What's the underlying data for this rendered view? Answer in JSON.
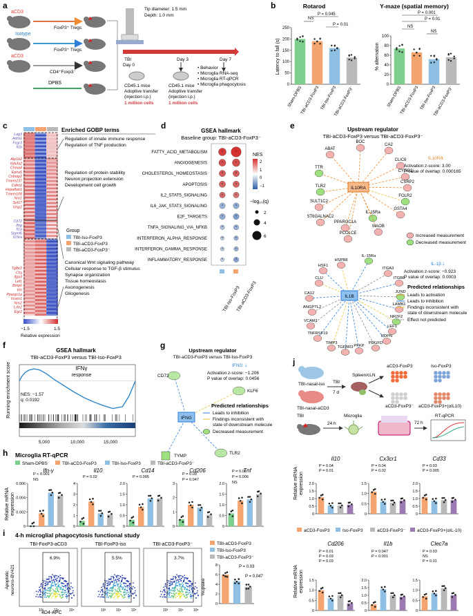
{
  "panels": {
    "a": {
      "letter": "a",
      "groups": [
        "aCD3",
        "Isotype",
        "aCD3"
      ],
      "cells": [
        "FoxP3⁺ Tregs",
        "FoxP3⁺ Tregs",
        "CD4⁺Foxp3⁻"
      ],
      "dpbs": "DPBS",
      "tip": [
        "Tip diameter: 1.5 mm",
        "Depth: 1.0 mm"
      ],
      "timeline": [
        "TBI",
        "Day 0",
        "Day 3",
        "Day 7"
      ],
      "mice": [
        "CD45.1 mice",
        "CD45.1 mice"
      ],
      "transfer": [
        "Adoptive transfer",
        "(injection i.p.)",
        "1 million cells"
      ],
      "readouts": [
        "• Behavior",
        "• Microglia RNA-seq",
        "• Microglia RT-qPCR",
        "• Microglia phagocytosis"
      ]
    },
    "b": {
      "letter": "b",
      "titles": [
        "Rotarod",
        "Y-maze (spatial memory)"
      ],
      "ylabels": [
        "Latency to fall (s)",
        "% alternation"
      ],
      "categories": [
        "Sham-DPBS",
        "TBI-aCD3-FoxP3",
        "TBI-Iso-FoxP3",
        "TBI-aCD3-FoxP3⁻"
      ],
      "stats_rotarod": [
        "NS",
        "P = 0.045",
        "P = 0.01"
      ],
      "stats_ymaze": [
        "P = 0.001",
        "P = 0.01",
        "NS",
        "NS"
      ]
    },
    "c": {
      "letter": "c",
      "header": "Enriched GOBP terms",
      "terms": [
        "Regulation of innate immune response",
        "Regulation of TNF production",
        "Regulation of protein stability",
        "Neuron projection extension",
        "Development cell growth",
        "Canonical Wnt signaling pathway",
        "Cellular response to TGF-β stimulus",
        "Synapse organization",
        "Tissue homeostasis",
        "Axonogenesis",
        "Gliogenesis"
      ],
      "genes_top": [
        "Lag3",
        "Adrb1",
        "Fcgr3",
        "Il1b"
      ],
      "genes_mid": [
        "Atp1b2",
        "Ndufa2",
        "Chma4",
        "Epha5",
        "Cntnap2",
        "Tmem237",
        "Cdkn1",
        "Hspa8ab1",
        "Tmem108",
        "Nrn1",
        "Syt17",
        "Ulsp2"
      ],
      "genes_low": [
        "Cd72",
        "Ifng",
        "Il1a",
        "Slamf6",
        "Il15ra"
      ],
      "genes_bottom": [
        "Tgfbr2",
        "Ctsj",
        "Itga3",
        "Lef1",
        "Bmp6",
        "Ihh",
        "Ppargc1a",
        "Vcam1",
        "Nrn2",
        "Lrfn2",
        "Egr2"
      ],
      "group_title": "Group",
      "groups": [
        "TBI-Iso-FoxP3",
        "TBI-aCD3-FoxP3",
        "TBI-aCD3-FoxP3⁻"
      ],
      "scale_min": "−1.5",
      "scale_max": "1.5",
      "scale_label": "Relative expression"
    },
    "d": {
      "letter": "d",
      "title": "GSEA hallmark",
      "subtitle": "Baseline group: TBI-aCD3-FoxP3⁻",
      "legend_nes": "NES",
      "nes_ticks": [
        "2",
        "1",
        "0",
        "−1"
      ],
      "legend_q": "−log₁₀(q)",
      "q_sizes": [
        "2",
        "4",
        "6"
      ],
      "columns": [
        "TBI-Iso-FoxP3",
        "TBI-aCD3-FoxP3"
      ]
    },
    "e": {
      "letter": "e",
      "title": "Upstream regulator",
      "subtitle": "TBI-aCD3-FoxP3 versus TBI-aCD3-FoxP3⁻",
      "hub1": "IL10RA",
      "hub1_note": "IL10RA",
      "hub1_stats": [
        "Activation z-score: 3.00",
        "P value of overlap: 0.000165"
      ],
      "nodes1": [
        "ABAT",
        "BOC",
        "CA2",
        "CLIC6",
        "TTR",
        "CYFIP2",
        "TLR2",
        "CSRP2",
        "SULT1C2",
        "FOLR2",
        "ST6GALNAC2",
        "GSTA4",
        "PPARGC1A",
        "IL-15Ra",
        "PCOLCE",
        "MAOB"
      ],
      "legend_meas": [
        "Increased measurement",
        "Decreased measurement"
      ],
      "hub2": "IL1B",
      "hub2_note": "IL-1β",
      "hub2_stats": [
        "Activation z-score: −0.923",
        "P value of overlap: 0.0003"
      ],
      "nodes2": [
        "HSPB8",
        "IL-15Ra",
        "HSF1",
        "ITGA3",
        "ITGB8",
        "CLU",
        "JUND",
        "CA12",
        "LAMB1",
        "ANGPTL2",
        "NR2F2",
        "LEF1",
        "VCAM1",
        "TNFRSF19",
        "PDPN",
        "TIMP3",
        "TGFBR3",
        "PFKP",
        "PDGFD"
      ],
      "pred_title": "Predicted relationships",
      "pred": [
        "Leads to activation",
        "Leads to inhibition",
        "Findings inconsistent with",
        "state of downstream molecule",
        "Effect not predicted"
      ]
    },
    "f": {
      "letter": "f",
      "title": "GSEA hallmark",
      "subtitle": "TBI-aCD3-FoxP3 versus TBI-Iso-FoxP3",
      "gene_set": [
        "IFNγ",
        "response"
      ],
      "nes": "NES: −1.57",
      "q": "q: 0.0192",
      "ylabel": "Running enrichment score",
      "xticks": [
        "5,000",
        "10,000",
        "15,000"
      ]
    },
    "g": {
      "letter": "g",
      "title": "Upstream regulator",
      "subtitle": [
        "TBI-aCD3-FoxP3 versus TBI-Iso-FoxP3"
      ],
      "note": "IFNG",
      "stats": [
        "Activation z-score: −1.206",
        "P value of overlap: 0.0456"
      ],
      "hub": "IFNG",
      "nodes": [
        "CD72",
        "KLF6",
        "TYMP",
        "TLR2"
      ],
      "pred_title": "Predicted relationships",
      "pred": [
        "Leads to inhibition",
        "Findings inconsistent with",
        "state of downstream molecule",
        "Decreased measurement"
      ]
    },
    "h": {
      "letter": "h",
      "title": "Microglia RT-qPCR",
      "legend": [
        "Sham-DPBS",
        "TBI-aCD3-FoxP3",
        "TBI-Iso-FoxP3",
        "TBI-aCD3-FoxP3⁻"
      ],
      "genes": [
        "Ifn-γ",
        "Il10",
        "Cd14",
        "Cd206",
        "Tnf"
      ],
      "ylabel": [
        "Relative mRNA",
        "expression"
      ],
      "stats": {
        "ifng": [
          "P < 0.001",
          "NS"
        ],
        "il10": [
          "P = 0.02"
        ],
        "cd14": [
          "P = 0.005"
        ],
        "cd206": [
          "P = 0.09",
          "P = 0.047"
        ],
        "tnf": [
          "P = 0.02",
          "P = 0.006",
          "NS"
        ]
      }
    },
    "i": {
      "letter": "i",
      "title": "4-h microglial phagocytosis functional study",
      "plots": [
        "TBI-FoxP3-aCD3",
        "TBI-FoxP3-iso",
        "TBI-aCD3-FoxP3⁻"
      ],
      "pcts": [
        "6.9%",
        "5.5%",
        "3.7%"
      ],
      "ylabel": [
        "Apoptotic",
        "neurons-BV421"
      ],
      "xlabel": "4D4-APC",
      "legend": [
        "TBI-aCD3-FoxP3",
        "TBI-Iso-FoxP3",
        "TBI-aCD3-FoxP3⁻"
      ],
      "bar_ylabel": "%uptake",
      "stats": [
        "P = 0.03",
        "P = 0.047"
      ]
    },
    "j": {
      "letter": "j",
      "mice": [
        "TBI-nasal-iso",
        "TBI-nasal-aCD3"
      ],
      "tbi": "TBI",
      "days": "7 d",
      "organ": "Spleen/cLN",
      "cells": [
        "aCD3-FoxP3",
        "Iso-FoxP3",
        "aCD3-FoxP3⁻",
        "aCD3-FoxP3+(αIL10)"
      ],
      "tbi2": "TBI",
      "h24": "24 h",
      "microglia": "Microglia",
      "h72": "72 h",
      "rtq": "RT-qPCR",
      "ylabel": [
        "Relative mRNA",
        "expression"
      ],
      "genes_top": [
        "Il10",
        "Cx3cr1",
        "Cd33"
      ],
      "genes_bottom": [
        "Cd206",
        "Il1b",
        "Clec7a"
      ],
      "legend": [
        "aCD3-FoxP3",
        "Iso-FoxP3",
        "aCD3-FoxP3⁻",
        "aCD3-FoxP3+(αIL-10)"
      ]
    }
  },
  "chart_data": [
    {
      "type": "bar",
      "title": "Rotarod",
      "ylabel": "Latency to fall (s)",
      "categories": [
        "Sham-DPBS",
        "TBI-aCD3-FoxP3",
        "TBI-Iso-FoxP3",
        "TBI-aCD3-FoxP3⁻"
      ],
      "values": [
        200,
        190,
        160,
        118
      ],
      "ylim": [
        0,
        250
      ],
      "yticks": [
        0,
        50,
        100,
        150,
        200,
        250
      ]
    },
    {
      "type": "bar",
      "title": "Y-maze (spatial memory)",
      "ylabel": "% alternation",
      "categories": [
        "Sham-DPBS",
        "TBI-aCD3-FoxP3",
        "TBI-Iso-FoxP3",
        "TBI-aCD3-FoxP3⁻"
      ],
      "values": [
        74,
        66,
        52,
        56
      ],
      "ylim": [
        0,
        100
      ],
      "yticks": [
        0,
        20,
        40,
        60,
        80,
        100
      ]
    },
    {
      "type": "scatter",
      "title": "GSEA hallmark",
      "rows": [
        "FATTY_ACID_METABOLISM",
        "ANGIOGENESIS",
        "CHOLESTEROL_HOMEOSTASIS",
        "APOPTOSIS",
        "IL2_STAT5_SIGNALING",
        "IL6_JAK_STAT3_SIGNALING",
        "E2F_TARGETS",
        "TNFA_SIGNALING_VIA_NFKB",
        "INTERFERON_ALPHA_RESPONSE",
        "INTERFERON_GAMMA_RESPONSE",
        "INFLAMMATORY_RESPONSE"
      ],
      "columns": [
        "TBI-Iso-FoxP3",
        "TBI-aCD3-FoxP3"
      ],
      "nes": [
        [
          2.2,
          2.5
        ],
        [
          2.0,
          2.0
        ],
        [
          1.9,
          1.9
        ],
        [
          1.8,
          1.8
        ],
        [
          1.7,
          1.6
        ],
        [
          -1.2,
          -1.3
        ],
        [
          -1.3,
          -1.5
        ],
        [
          -1.0,
          -1.2
        ],
        [
          -0.8,
          -1.2
        ],
        [
          -0.8,
          -1.2
        ],
        [
          -0.7,
          -1.4
        ]
      ],
      "neglog10q": [
        [
          4.5,
          6.5
        ],
        [
          4,
          4.5
        ],
        [
          3.5,
          3.5
        ],
        [
          3.5,
          3.5
        ],
        [
          3,
          3
        ],
        [
          3,
          3
        ],
        [
          3,
          3
        ],
        [
          2,
          2.5
        ],
        [
          1.5,
          2
        ],
        [
          1.5,
          2
        ],
        [
          1.5,
          2.5
        ]
      ]
    },
    {
      "type": "line",
      "title": "GSEA hallmark",
      "gene_set": "IFNγ response",
      "xlabel": "",
      "ylabel": "Running enrichment score",
      "x": [
        0,
        400,
        900,
        1500,
        2300,
        3200,
        4200,
        5500,
        7000,
        8500,
        10000,
        11500,
        13000,
        14500,
        16000,
        17000,
        18000
      ],
      "y": [
        0,
        0.08,
        0.14,
        0.18,
        0.2,
        0.18,
        0.12,
        0.02,
        -0.08,
        -0.18,
        -0.27,
        -0.34,
        -0.4,
        -0.45,
        -0.42,
        -0.25,
        0
      ],
      "xlim": [
        0,
        18000
      ]
    },
    {
      "type": "bar",
      "title": "Microglia RT-qPCR",
      "series_names": [
        "Sham-DPBS",
        "TBI-aCD3-FoxP3",
        "TBI-Iso-FoxP3",
        "TBI-aCD3-FoxP3⁻"
      ],
      "panels": [
        {
          "gene": "Ifn-γ",
          "values": [
            0.0001,
            0.0018,
            0.0047,
            0.0043
          ],
          "ylim": [
            0,
            0.006
          ],
          "yticks": [
            "0",
            "0.002",
            "0.004",
            "0.006"
          ]
        },
        {
          "gene": "Il10",
          "values": [
            0.5,
            2.3,
            1.2,
            1.1
          ],
          "ylim": [
            0,
            4
          ],
          "yticks": [
            "0",
            "1",
            "2",
            "3",
            "4"
          ]
        },
        {
          "gene": "Cd14",
          "values": [
            0.3,
            0.9,
            1.3,
            1.3
          ],
          "ylim": [
            0,
            2
          ],
          "yticks": [
            "0",
            "0.5",
            "1.0",
            "1.5",
            "2.0"
          ]
        },
        {
          "gene": "Cd206",
          "values": [
            0.5,
            1.5,
            1.3,
            0.8
          ],
          "ylim": [
            0,
            3
          ],
          "yticks": [
            "0",
            "1",
            "2",
            "3"
          ]
        },
        {
          "gene": "Tnf",
          "values": [
            0.6,
            1.2,
            1.25,
            1.5
          ],
          "ylim": [
            0,
            2
          ],
          "yticks": [
            "0",
            "0.5",
            "1.0",
            "1.5",
            "2.0"
          ]
        }
      ]
    },
    {
      "type": "bar",
      "title": "4-h microglial phagocytosis functional study",
      "ylabel": "%uptake",
      "categories": [
        "TBI-aCD3-FoxP3",
        "TBI-Iso-FoxP3",
        "TBI-aCD3-FoxP3⁻"
      ],
      "values": [
        6.0,
        4.6,
        3.5
      ],
      "ylim": [
        0,
        8
      ],
      "yticks": [
        0,
        2,
        4,
        6,
        8
      ]
    },
    {
      "type": "bar",
      "title": "RT-qPCR",
      "series_names": [
        "aCD3-FoxP3",
        "Iso-FoxP3",
        "aCD3-FoxP3⁻",
        "aCD3-FoxP3+(αIL-10)"
      ],
      "panels": [
        {
          "gene": "Il10",
          "values": [
            1.1,
            0.55,
            0.55,
            0.6
          ],
          "ylim": [
            0,
            2
          ],
          "yticks": [
            "0",
            "0.5",
            "1.0",
            "1.5",
            "2.0"
          ]
        },
        {
          "gene": "Cx3cr1",
          "values": [
            1.1,
            0.6,
            0.55,
            0.65
          ],
          "ylim": [
            0,
            1.5
          ],
          "yticks": [
            "0",
            "0.5",
            "1.0",
            "1.5"
          ]
        },
        {
          "gene": "Cd33",
          "values": [
            1.1,
            0.85,
            0.9,
            0.9
          ],
          "ylim": [
            0,
            2
          ],
          "yticks": [
            "0",
            "0.5",
            "1.0",
            "1.5",
            "2.0"
          ]
        },
        {
          "gene": "Cd206",
          "values": [
            1.0,
            0.6,
            0.75,
            0.35
          ],
          "ylim": [
            0,
            1.5
          ],
          "yticks": [
            "0",
            "0.5",
            "1.0",
            "1.5"
          ]
        },
        {
          "gene": "Il1b",
          "values": [
            0.4,
            1.4,
            1.0,
            0.9
          ],
          "ylim": [
            0,
            2
          ],
          "yticks": [
            "0",
            "0.5",
            "1.0",
            "1.5",
            "2.0"
          ]
        },
        {
          "gene": "Clec7a",
          "values": [
            0.7,
            0.85,
            1.1,
            0.75
          ],
          "ylim": [
            0,
            1.5
          ],
          "yticks": [
            "0",
            "0.5",
            "1.0",
            "1.5"
          ]
        }
      ]
    }
  ],
  "colors": {
    "green": "#7ecf8e",
    "orange": "#f3a46f",
    "blue": "#8fc0e3",
    "gray": "#b9b9b9",
    "purple": "#9a7ab0",
    "red": "#d5302e",
    "navy": "#2d5ea8",
    "ipa_orange": "#f08a2c",
    "ipa_blue": "#2f7ed8"
  }
}
